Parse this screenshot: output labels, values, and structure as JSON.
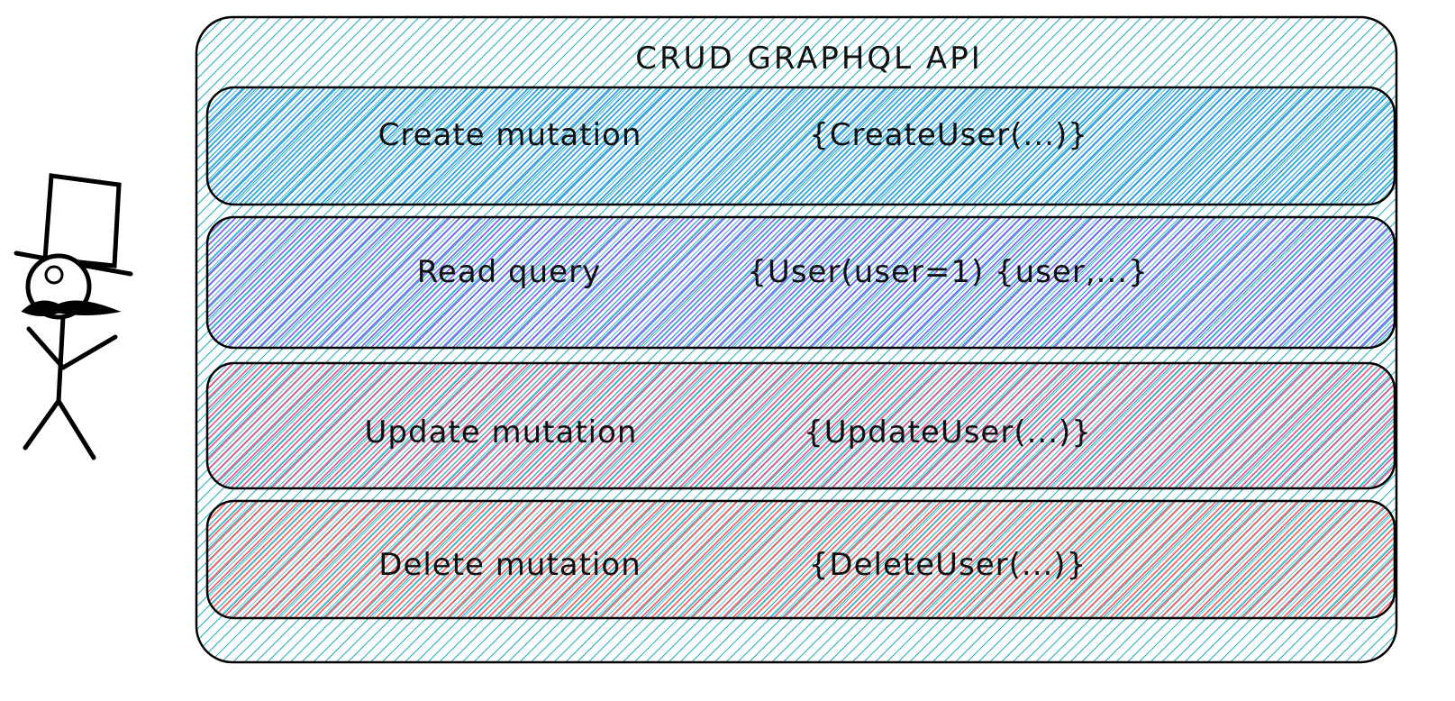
{
  "title": "CRUD GRAPHQL API",
  "colors": {
    "outer": "#15aabf",
    "create": "#228be6",
    "read": "#7950f2",
    "update": "#e64980",
    "delete": "#fa5252"
  },
  "rows": [
    {
      "label": "Create mutation",
      "code": "{CreateUser(...)}"
    },
    {
      "label": "Read query",
      "code": "{User(user=1) {user,...}"
    },
    {
      "label": "Update mutation",
      "code": "{UpdateUser(...)}"
    },
    {
      "label": "Delete mutation",
      "code": "{DeleteUser(...)}"
    }
  ]
}
